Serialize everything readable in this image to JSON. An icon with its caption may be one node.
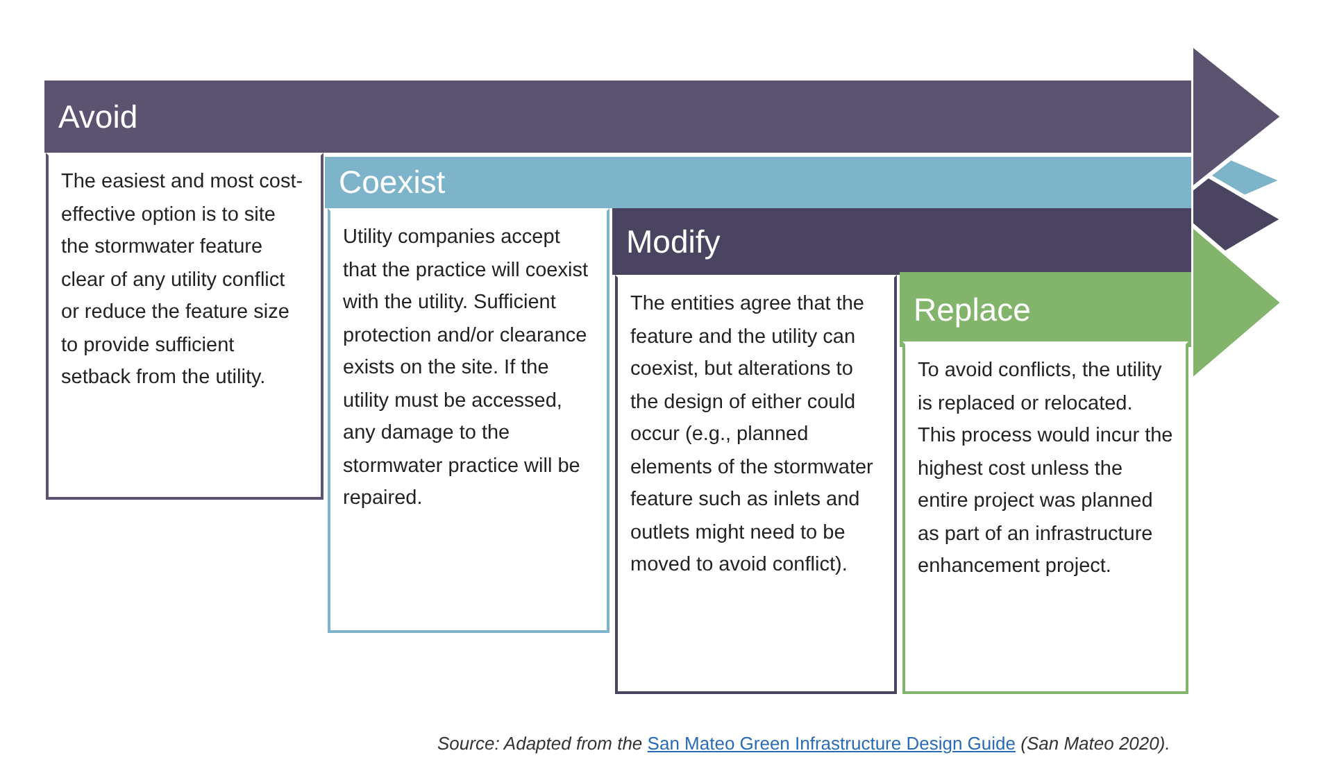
{
  "diagram": {
    "nodes": [
      {
        "text": [
          "Avoid"
        ]
      },
      {
        "text": [
          "The easiest and most cost-effective option is to site the stormwater feature clear of any utility conflict or reduce the feature size to provide sufficient setback from the utility."
        ]
      },
      {
        "text": [
          "Coexist"
        ]
      },
      {
        "text": [
          "Utility companies accept that the practice will coexist with the utility. Sufficient protection and/or clearance exists on the site. If the utility must be accessed, any damage to the stormwater practice will be repaired."
        ]
      },
      {
        "text": [
          "Modify"
        ]
      },
      {
        "text": [
          "The entities agree that the feature and the utility can coexist, but alterations to the design of either could occur (e.g., planned elements of the stormwater feature such as inlets and outlets might need to be moved to avoid conflict)."
        ]
      },
      {
        "text": [
          "Replace"
        ]
      },
      {
        "text": [
          "To avoid conflicts, the utility is replaced or relocated. This process would incur the highest cost unless the entire project was planned as part of an infrastructure enhancement project."
        ]
      }
    ],
    "labels": [
      "Source: Adapted from the",
      "San Mateo Green Infrastructure Design Guide",
      "(San Mateo 2020)."
    ]
  }
}
